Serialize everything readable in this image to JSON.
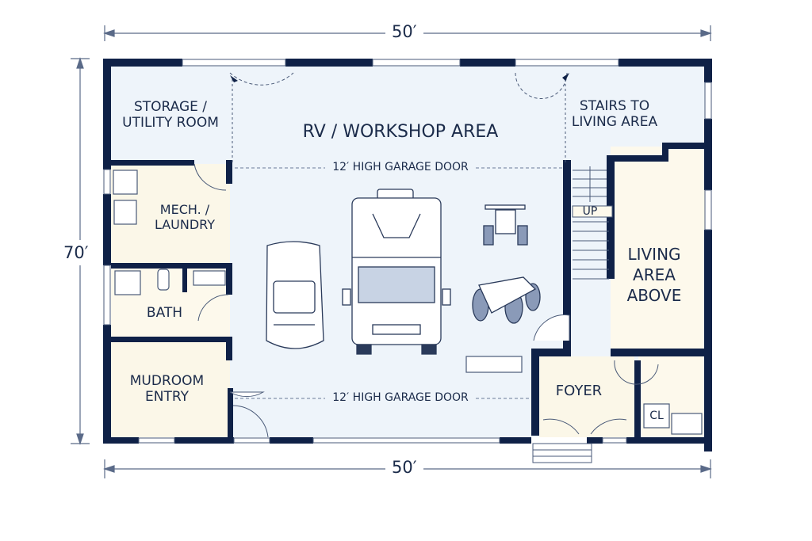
{
  "plan": {
    "colors": {
      "wall": "#0f2147",
      "garage_floor": "#eef4fa",
      "finished_floor": "#fdf9ec",
      "line": "#4a5a78",
      "text": "#1b2b4a"
    },
    "dimensions": {
      "top_width": "50′",
      "bottom_width": "50′",
      "left_depth": "70′"
    },
    "rooms": {
      "storage": "STORAGE /\nUTILITY ROOM",
      "rv_workshop": "RV / WORKSHOP AREA",
      "stairs": "STAIRS TO\nLIVING AREA",
      "mech_laundry": "MECH. /\nLAUNDRY",
      "bath": "BATH",
      "mudroom": "MUDROOM\nENTRY",
      "living_above": "LIVING\nAREA\nABOVE",
      "foyer": "FOYER",
      "closet": "CL"
    },
    "annotations": {
      "garage_door_top": "12′ HIGH GARAGE DOOR",
      "garage_door_bottom": "12′ HIGH GARAGE DOOR",
      "stairs_up": "UP"
    },
    "vehicles": [
      "car-top-view",
      "rv-motorhome-front-view",
      "utv-side-by-side",
      "atv-quad",
      "workbench"
    ]
  }
}
